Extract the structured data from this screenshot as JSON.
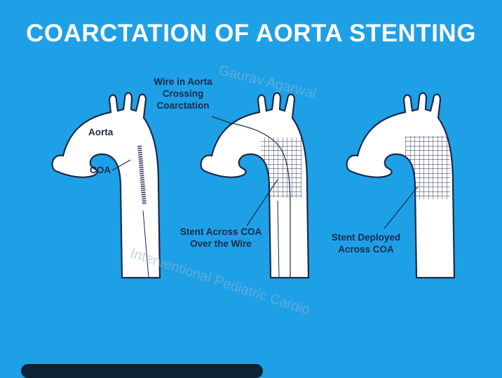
{
  "title": "COARCTATION OF AORTA STENTING",
  "labels": {
    "aorta": "Aorta",
    "coa": "COA",
    "wire_line1": "Wire in Aorta",
    "wire_line2": "Crossing",
    "wire_line3": "Coarctation",
    "stent_over_wire_line1": "Stent Across COA",
    "stent_over_wire_line2": "Over the Wire",
    "stent_deployed_line1": "Stent Deployed",
    "stent_deployed_line2": "Across COA"
  },
  "watermark": {
    "top": "Gaurav Agarwal",
    "bottom": "Interventional Pediatric Cardio"
  },
  "colors": {
    "background": "#1ea0e6",
    "vessel_fill": "#ffffff",
    "outline": "#1b2a4a",
    "title": "#ffffff"
  }
}
